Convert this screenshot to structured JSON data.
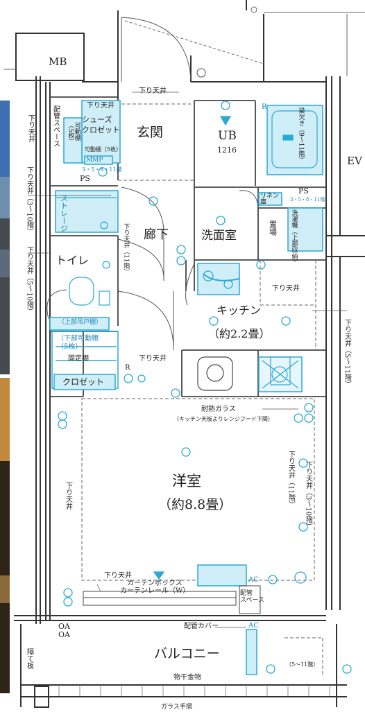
{
  "colors": {
    "wall": "#333333",
    "thin": "#555555",
    "fixture": "#29a9d6",
    "fixture_fill": "#cfeef8",
    "tile": "#6bbddb",
    "bg": "#ffffff"
  },
  "labels": {
    "mb": "MB",
    "ev": "EV",
    "ceiling_entry": "下り天井",
    "genkan": "玄関",
    "shoes_closet": "シューズ\nクロゼット",
    "shoes_top": "下り天井",
    "movable_shelf": "可動棚\n（5枚）",
    "movable_shelf_small": "可動棚（5枚）",
    "mmp": "MMP",
    "floors_note": "3・5・8・11階",
    "ps1": "PS",
    "haikan_space": "配管スペース",
    "sagari_left": "下り天井",
    "sagari_left2": "下り天井（3〜10階）",
    "sagari_left3": "下り天井（5〜10階）",
    "ub": "UB",
    "ub_size": "1216",
    "hari": "梁欠き（9〜11階）",
    "linen": "リネン庫",
    "ps2": "PS",
    "ps2_note": "3・5・8・11階",
    "washroom": "洗面室",
    "okiba": "置場",
    "washer": "洗濯機（上部収納）",
    "storage": "ストレージ",
    "storage_ceiling": "下り天井（11階）",
    "hallway": "廊下",
    "toilet": "トイレ",
    "upper_storage": "（上部吊戸棚）",
    "kitchen_ceiling": "下り天井",
    "kitchen": "キッチン",
    "kitchen_size": "（約2.2畳）",
    "lower_shelf": "（下部可動棚\n（5枚）",
    "fixed_shelf": "固定棚",
    "closet": "クロゼット",
    "closet_ceiling": "下り天井",
    "r1": "R",
    "r2": "R",
    "heat_glass": "耐熱ガラス",
    "heat_glass_note": "（キッチン天板よりレンジフード下間）",
    "western_room": "洋室",
    "western_size": "（約8.8畳）",
    "sagari_right1": "下り天井（11階）",
    "sagari_right2": "下り天井（3〜10階）",
    "sagari_right3": "下り天井（5〜11階）",
    "sagari_west": "下り天井",
    "curtain_ceiling": "下り天井",
    "curtain_box": "カーテンボックス",
    "curtain_rail": "カーテンレール（W）",
    "ac1": "AC",
    "ac2": "AC",
    "haikan2": "配管\nスペース",
    "oa1": "OA",
    "oa2": "OA",
    "pipe_cover": "配管カバー",
    "balcony": "バルコニー",
    "partition": "隔て板",
    "floors_511": "（5〜11階）",
    "clothes": "物干金物",
    "glass_rail": "ガラス手摺"
  }
}
